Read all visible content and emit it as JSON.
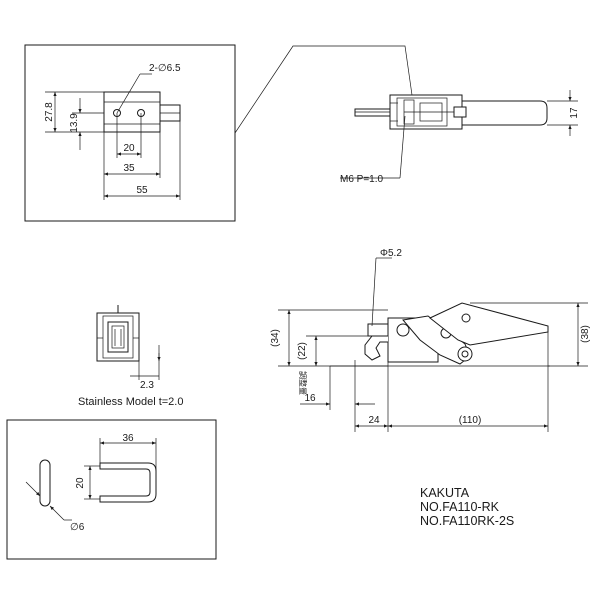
{
  "detail_top": {
    "hole_callout": "2-∅6.5",
    "height_outer": "27.8",
    "height_inner": "13.9",
    "width_inner": "20",
    "width_mid": "35",
    "width_outer": "55"
  },
  "side_view": {
    "height": "17",
    "thread": "M6 P=1.0"
  },
  "front_view": {
    "pin_dia": "Φ5.2",
    "overall_height": "(38)",
    "height_left": "(34)",
    "height_inner": "(22)",
    "adjust_label": "調整量",
    "adjust_value": "16",
    "offset": "24",
    "length": "(110)"
  },
  "end_view": {
    "thickness": "2.3",
    "caption": "Stainless Model t=2.0"
  },
  "u_bolt": {
    "width": "36",
    "height": "20",
    "rod_dia": "∅6"
  },
  "title_block": {
    "maker": "KAKUTA",
    "model1": "NO.FA110-RK",
    "model2": "NO.FA110RK-2S"
  }
}
